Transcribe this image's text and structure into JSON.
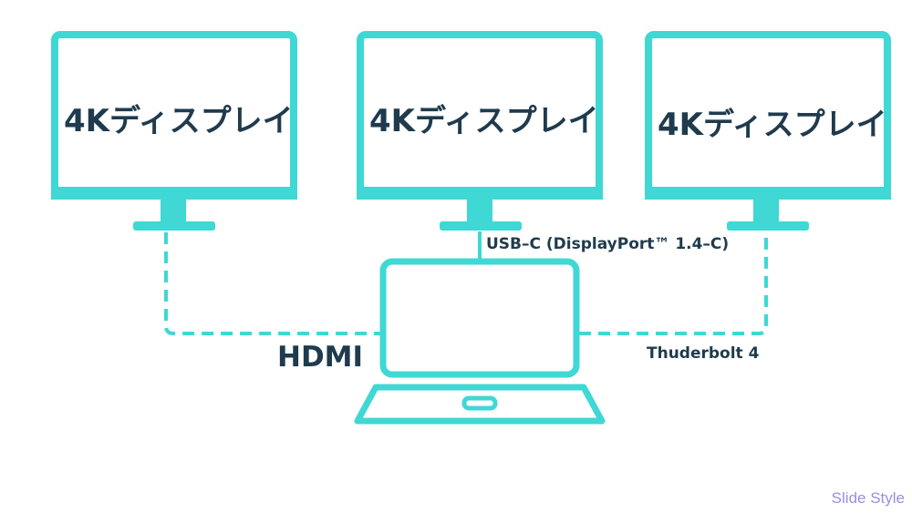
{
  "colors": {
    "accent": "#3fd8d4",
    "text": "#1f3b4d",
    "watermark": "#9b8ee0"
  },
  "monitors": [
    {
      "label": "4Kディスプレイ"
    },
    {
      "label": "4Kディスプレイ"
    },
    {
      "label": "4Kディスプレイ"
    }
  ],
  "connections": {
    "hdmi": "HDMI",
    "usbc": "USB–C (DisplayPort™ 1.4–C)",
    "thunderbolt": "Thuderbolt 4"
  },
  "watermark": "Slide Style"
}
